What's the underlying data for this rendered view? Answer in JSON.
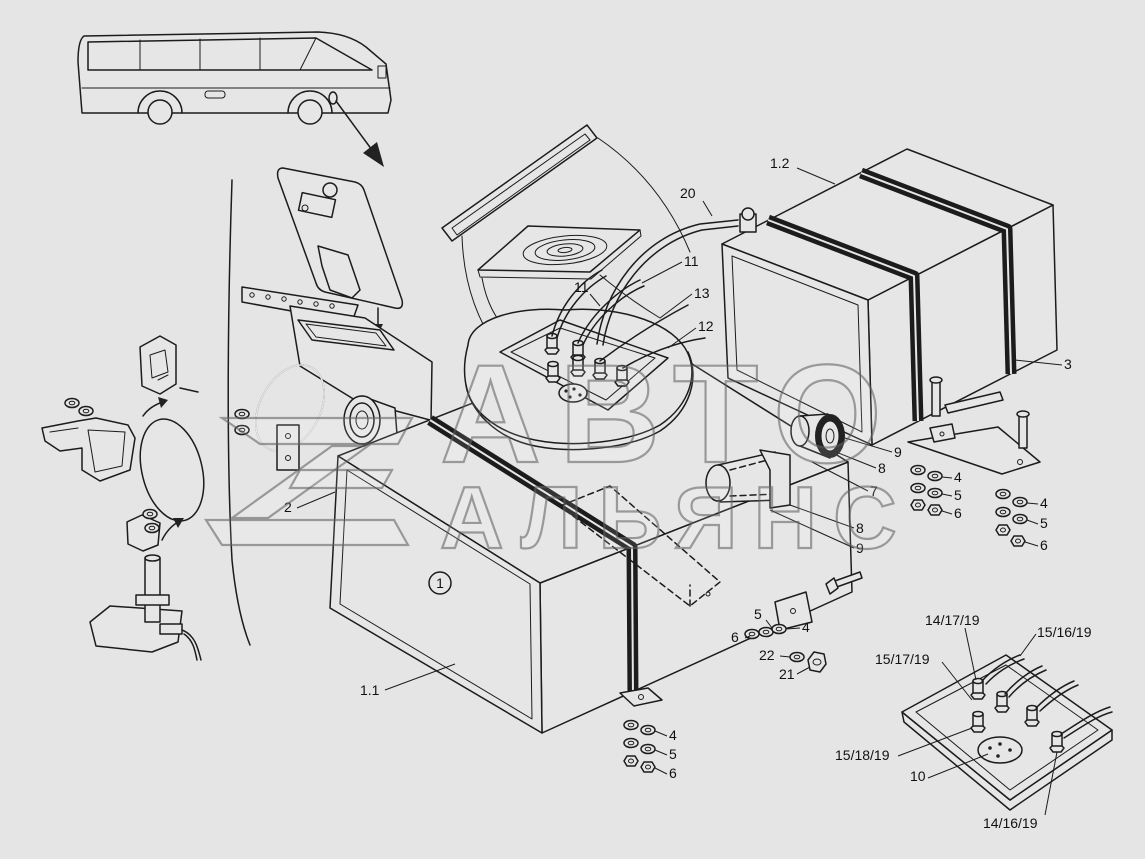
{
  "callouts": [
    "1.2",
    "20",
    "11",
    "11",
    "13",
    "12",
    "3",
    "9",
    "8",
    "4",
    "7",
    "5",
    "6",
    "4",
    "5",
    "6",
    "8",
    "9",
    "2",
    "1",
    "1.1",
    "5",
    "4",
    "6",
    "22",
    "21",
    "4",
    "5",
    "6",
    "14/17/19",
    "15/16/19",
    "15/17/19",
    "15/18/19",
    "10",
    "14/16/19"
  ],
  "watermark": {
    "line1": "АВТО",
    "line2": "АЛЬЯНС"
  },
  "colors": {
    "background": "#e5e5e5",
    "line": "#1c1c1c",
    "watermark": "#666666"
  }
}
